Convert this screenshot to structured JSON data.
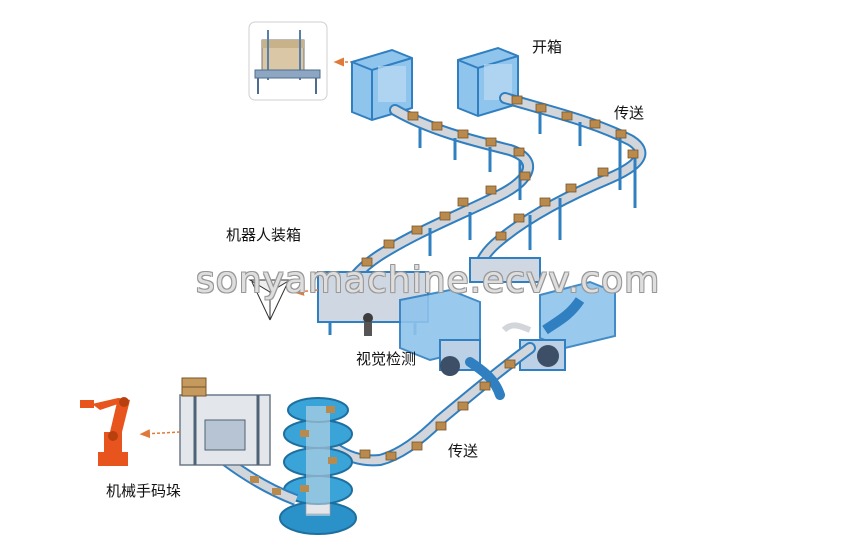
{
  "labels": {
    "unpacking": "开箱",
    "conveying_top": "传送",
    "robot_packing": "机器人装箱",
    "vision_inspection": "视觉检测",
    "conveying_bottom": "传送",
    "robot_palletizing": "机械手码垛"
  },
  "watermark": "sonyamachine.ecvv.com",
  "colors": {
    "frame_blue": "#2f7fc1",
    "conveyor_gray": "#c9ccd0",
    "box_brown": "#b98a4e",
    "robot_orange": "#e8541d",
    "arrow_orange": "#e07a3a"
  }
}
